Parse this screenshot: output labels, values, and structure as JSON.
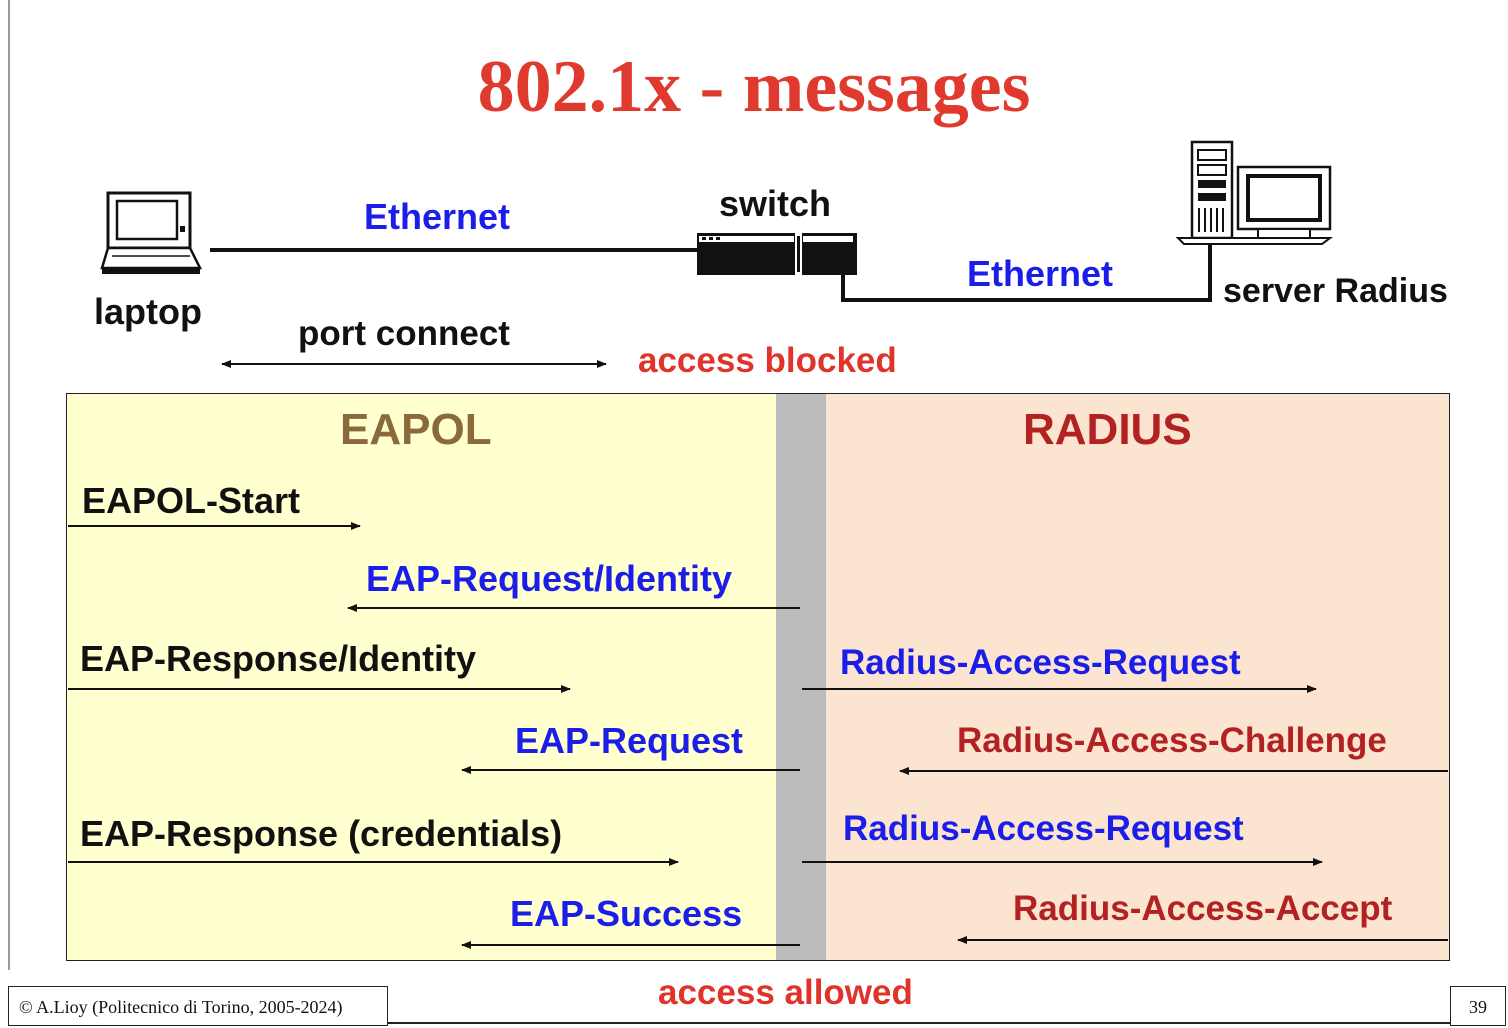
{
  "title": "802.1x - messages",
  "top": {
    "ethernet_left": "Ethernet",
    "switch": "switch",
    "ethernet_right": "Ethernet",
    "laptop": "laptop",
    "server": "server Radius",
    "port_connect": "port connect",
    "access_blocked": "access blocked"
  },
  "eapol": {
    "heading": "EAPOL",
    "messages": [
      "EAPOL-Start",
      "EAP-Request/Identity",
      "EAP-Response/Identity",
      "EAP-Request",
      "EAP-Response (credentials)",
      "EAP-Success"
    ]
  },
  "radius": {
    "heading": "RADIUS",
    "messages": [
      "Radius-Access-Request",
      "Radius-Access-Challenge",
      "Radius-Access-Request",
      "Radius-Access-Accept"
    ]
  },
  "access_allowed": "access allowed",
  "footer": {
    "copyright": "© A.Lioy (Politecnico di Torino, 2005-2024)",
    "page": "39"
  },
  "colors": {
    "title": "#e03a2f",
    "eapol_bg": "#ffffd0",
    "radius_bg": "#fbe4d0",
    "divider": "#bbbbbb",
    "blue_text": "#1a1ee8",
    "dark_red_text": "#b22222",
    "brown_text": "#8a6a3a"
  }
}
